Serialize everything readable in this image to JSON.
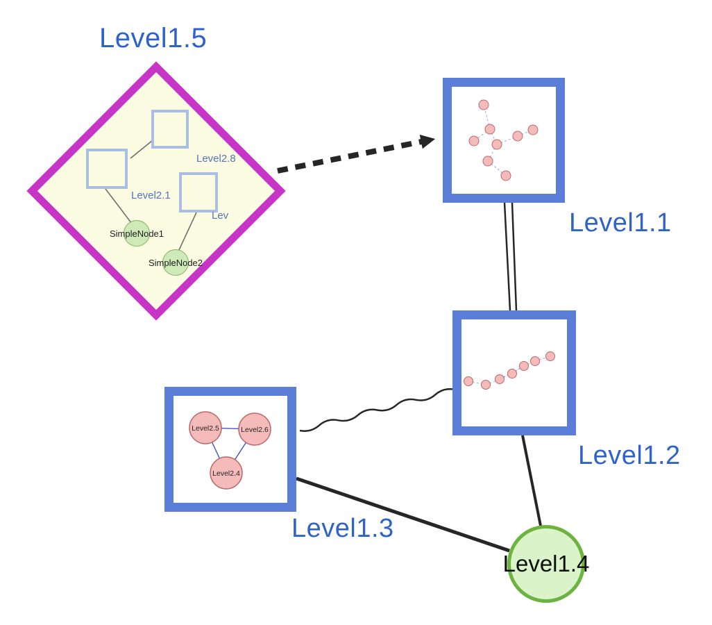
{
  "labels": {
    "level15": "Level1.5",
    "level11": "Level1.1",
    "level12": "Level1.2",
    "level13": "Level1.3",
    "level14": "Level1.4",
    "level28": "Level2.8",
    "level21": "Level2.1",
    "lev": "Lev",
    "simplenode1": "SimpleNode1",
    "simplenode2": "SimpleNode2",
    "level25": "Level2.5",
    "level26": "Level2.6",
    "level24": "Level2.4"
  },
  "colors": {
    "label_blue": "#2f63c9",
    "inner_label_blue": "#5474b8",
    "diamond_border": "#c735c7",
    "diamond_fill": "#fcfce3",
    "box_border": "#5b7ed8",
    "sq_border": "#a9bfe2",
    "green_fill": "#cfe9b9",
    "green_border": "#7fb35a",
    "big_green_fill": "#daf3c8",
    "big_green_border": "#6cb33f",
    "pink_fill": "#f5baba",
    "pink_border": "#b96a6a",
    "edge_black": "#262626",
    "mini_edge": "#90a8e8",
    "tri_edge": "#3346c0"
  }
}
